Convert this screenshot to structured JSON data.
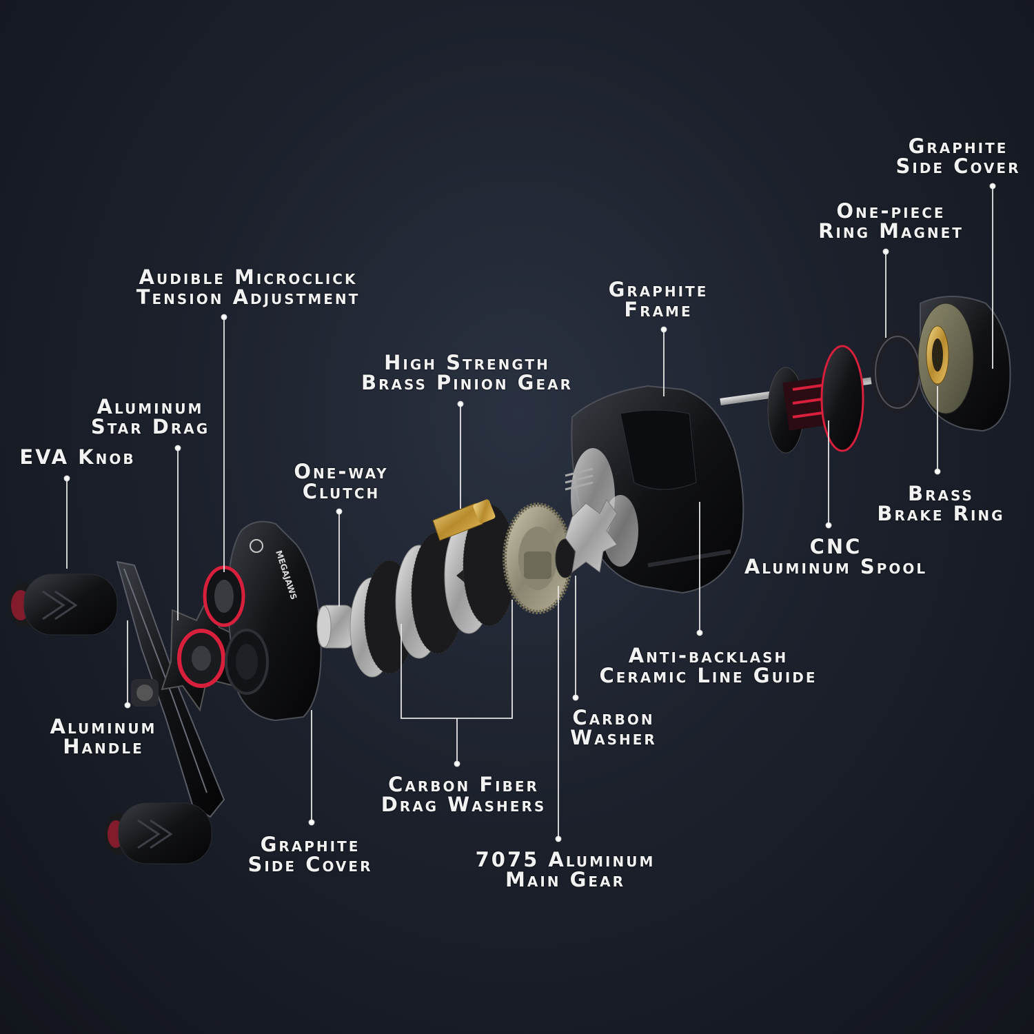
{
  "labels": {
    "graphite_side_cover_right": [
      "Graphite",
      "Side Cover"
    ],
    "one_piece_ring_magnet": [
      "One-piece",
      "Ring Magnet"
    ],
    "audible_microclick": [
      "Audible Microclick",
      "Tension Adjustment"
    ],
    "graphite_frame": [
      "Graphite",
      "Frame"
    ],
    "high_strength_pinion": [
      "High Strength",
      "Brass Pinion Gear"
    ],
    "aluminum_star_drag": [
      "Aluminum",
      "Star Drag"
    ],
    "eva_knob": [
      "EVA Knob"
    ],
    "one_way_clutch": [
      "One-way",
      "Clutch"
    ],
    "brass_brake_ring": [
      "Brass",
      "Brake Ring"
    ],
    "cnc_aluminum_spool": [
      "CNC",
      "Aluminum Spool"
    ],
    "anti_backlash_guide": [
      "Anti-backlash",
      "Ceramic Line Guide"
    ],
    "carbon_washer": [
      "Carbon",
      "Washer"
    ],
    "aluminum_handle": [
      "Aluminum",
      "Handle"
    ],
    "carbon_fiber_drag_washers": [
      "Carbon Fiber",
      "Drag Washers"
    ],
    "graphite_side_cover_left": [
      "Graphite",
      "Side Cover"
    ],
    "main_gear": [
      "7075 Aluminum",
      "Main Gear"
    ]
  },
  "product_marking": "MEGAJAWS",
  "colors": {
    "background": "#1c212c",
    "label_text": "#f2f2f2",
    "leader_line": "#e6e6e6",
    "accent_red": "#d81f3c",
    "brass": "#c9a24a",
    "metal": "#b7b7b7"
  }
}
